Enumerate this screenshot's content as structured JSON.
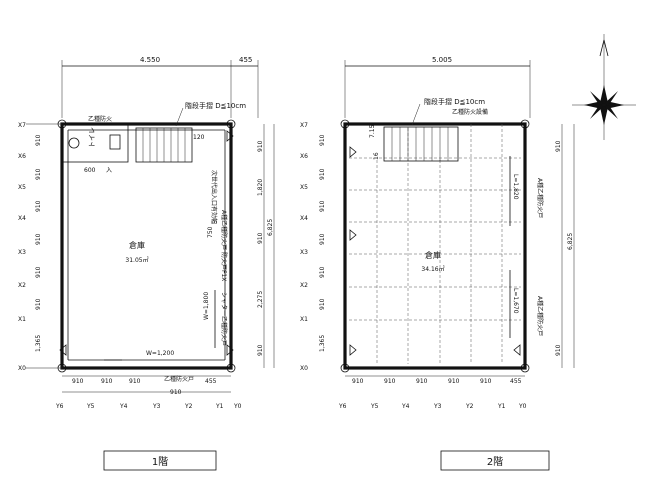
{
  "floor1": {
    "top_dims": [
      "4.550",
      "455"
    ],
    "stair_note": "階段手摺 D≦10cm",
    "fire_door_top": "乙種防火",
    "toilet": "トイレ",
    "toilet_dim": "600",
    "entry": "入",
    "stair_dim": "120",
    "vert_labels": {
      "shutter_inner": "次世代出入口有効幅",
      "fire_door_a": "A種乙種防火戸",
      "fire_door_f1": "防火戸F1X",
      "shutter": "シャター乙種防火戸"
    },
    "dim_750": "750",
    "room_name": "倉庫",
    "room_area": "31.05㎡",
    "w1800": "W=1,800",
    "w1200": "W=1,200",
    "bottom_fire": "乙種防火戸",
    "left_ticks": [
      "910",
      "910",
      "910",
      "910",
      "910",
      "910",
      "1,365"
    ],
    "right_dims": [
      "910",
      "1,820",
      "910",
      "2,275",
      "910"
    ],
    "right_total": "6,825",
    "bottom_dims": [
      "910",
      "910",
      "910",
      "910",
      "910",
      "455"
    ],
    "bottom_total": "910",
    "row_labels": [
      "X7",
      "X6",
      "X5",
      "X4",
      "X3",
      "X2",
      "X1",
      "X0"
    ],
    "col_labels": [
      "Y6",
      "Y5",
      "Y4",
      "Y3",
      "Y2",
      "Y1",
      "Y0"
    ],
    "caption": "1階"
  },
  "floor2": {
    "top_dims": [
      "5.005"
    ],
    "stair_note": "階段手摺 D≦10cm",
    "fire_sub": "乙種防火設備",
    "stair_dims": [
      "7.15",
      "16"
    ],
    "room_name": "倉庫",
    "room_area": "34.16㎡",
    "l1820": "L=1,820",
    "l1670": "L=1,670",
    "right_upper": "A種乙種防火戸",
    "right_lower": "A種乙種防火戸",
    "left_ticks": [
      "910",
      "910",
      "910",
      "910",
      "910",
      "910",
      "1,365"
    ],
    "right_dims": [
      "910",
      "6,825",
      "910"
    ],
    "bottom_dims": [
      "910",
      "910",
      "910",
      "910",
      "910",
      "455"
    ],
    "row_labels": [
      "X7",
      "X6",
      "X5",
      "X4",
      "X3",
      "X2",
      "X1",
      "X0"
    ],
    "col_labels": [
      "Y6",
      "Y5",
      "Y4",
      "Y3",
      "Y2",
      "Y1",
      "Y0"
    ],
    "caption": "2階"
  }
}
